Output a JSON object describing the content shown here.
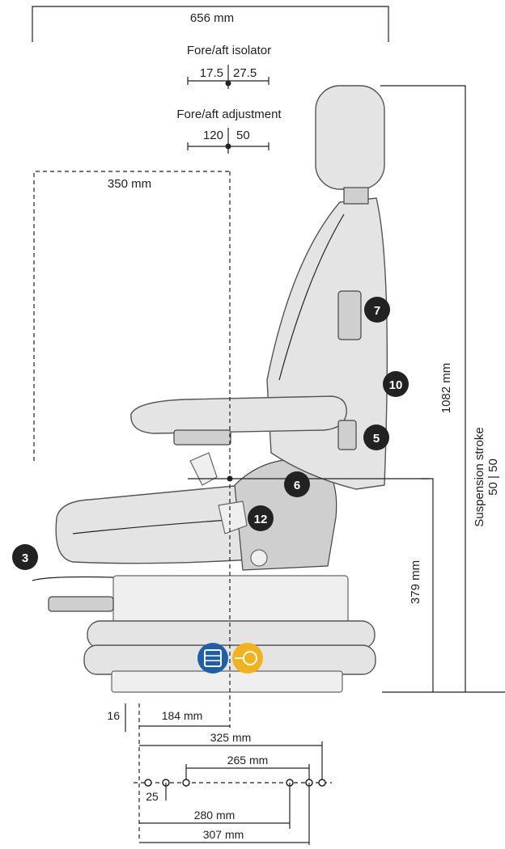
{
  "dimensions": {
    "overall_depth": "656 mm",
    "fore_aft_isolator_label": "Fore/aft isolator",
    "fore_aft_isolator_left": "17.5",
    "fore_aft_isolator_right": "27.5",
    "fore_aft_adjustment_label": "Fore/aft adjustment",
    "fore_aft_adjustment_left": "120",
    "fore_aft_adjustment_right": "50",
    "backrest_depth": "350 mm",
    "overall_height": "1082 mm",
    "suspension_stroke_label": "Suspension stroke",
    "suspension_stroke_values": "50 | 50",
    "seat_height": "379 mm",
    "offset_left": "16",
    "offset_184": "184 mm",
    "base_325": "325 mm",
    "base_265": "265 mm",
    "base_25": "25",
    "base_280": "280 mm",
    "base_307": "307 mm"
  },
  "callouts": [
    {
      "label": "7"
    },
    {
      "label": "10"
    },
    {
      "label": "5"
    },
    {
      "label": "6"
    },
    {
      "label": "12"
    },
    {
      "label": "3"
    }
  ],
  "icons": {
    "blue_icon": "air-suspension-icon",
    "yellow_icon": "compressor-icon",
    "blue_color": "#1f5fa8",
    "yellow_color": "#f2b21b"
  }
}
